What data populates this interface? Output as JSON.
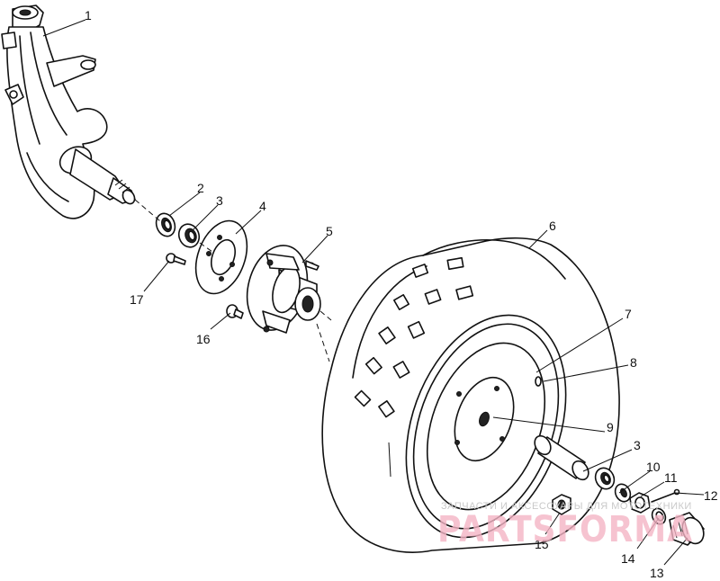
{
  "diagram": {
    "callouts": [
      "1",
      "2",
      "3",
      "4",
      "5",
      "6",
      "7",
      "8",
      "9",
      "3",
      "10",
      "11",
      "12",
      "15",
      "16",
      "17",
      "14",
      "13"
    ]
  },
  "watermark": {
    "caption": "ЗАПЧАСТИ И АКСЕССУАРЫ ДЛЯ МОТОТЕХНИКИ",
    "brand": "PARTSFORMA"
  }
}
